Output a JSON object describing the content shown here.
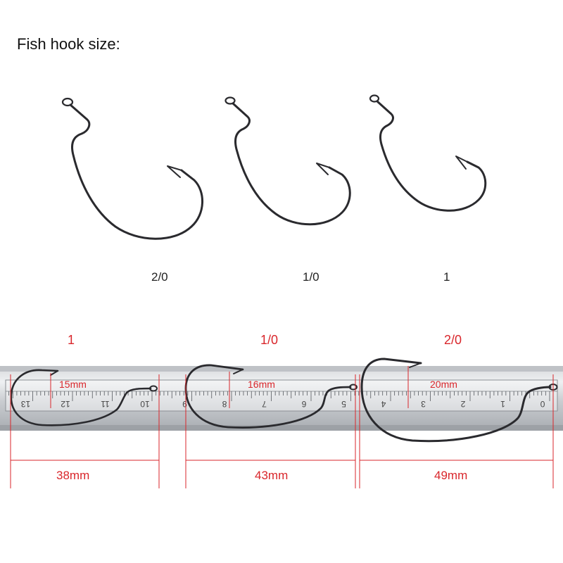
{
  "title": "Fish hook size:",
  "accent_color": "#d9262b",
  "hook_color": "#2a2a2e",
  "top_row": [
    {
      "label": "2/0"
    },
    {
      "label": "1/0"
    },
    {
      "label": "1"
    }
  ],
  "measurements": [
    {
      "size": "1",
      "gap": "15mm",
      "length": "38mm"
    },
    {
      "size": "1/0",
      "gap": "16mm",
      "length": "43mm"
    },
    {
      "size": "2/0",
      "gap": "20mm",
      "length": "49mm"
    }
  ],
  "ruler_ticks": [
    "13",
    "12",
    "11",
    "10",
    "9",
    "8",
    "7",
    "6",
    "5",
    "4",
    "3",
    "2",
    "1",
    "0"
  ]
}
